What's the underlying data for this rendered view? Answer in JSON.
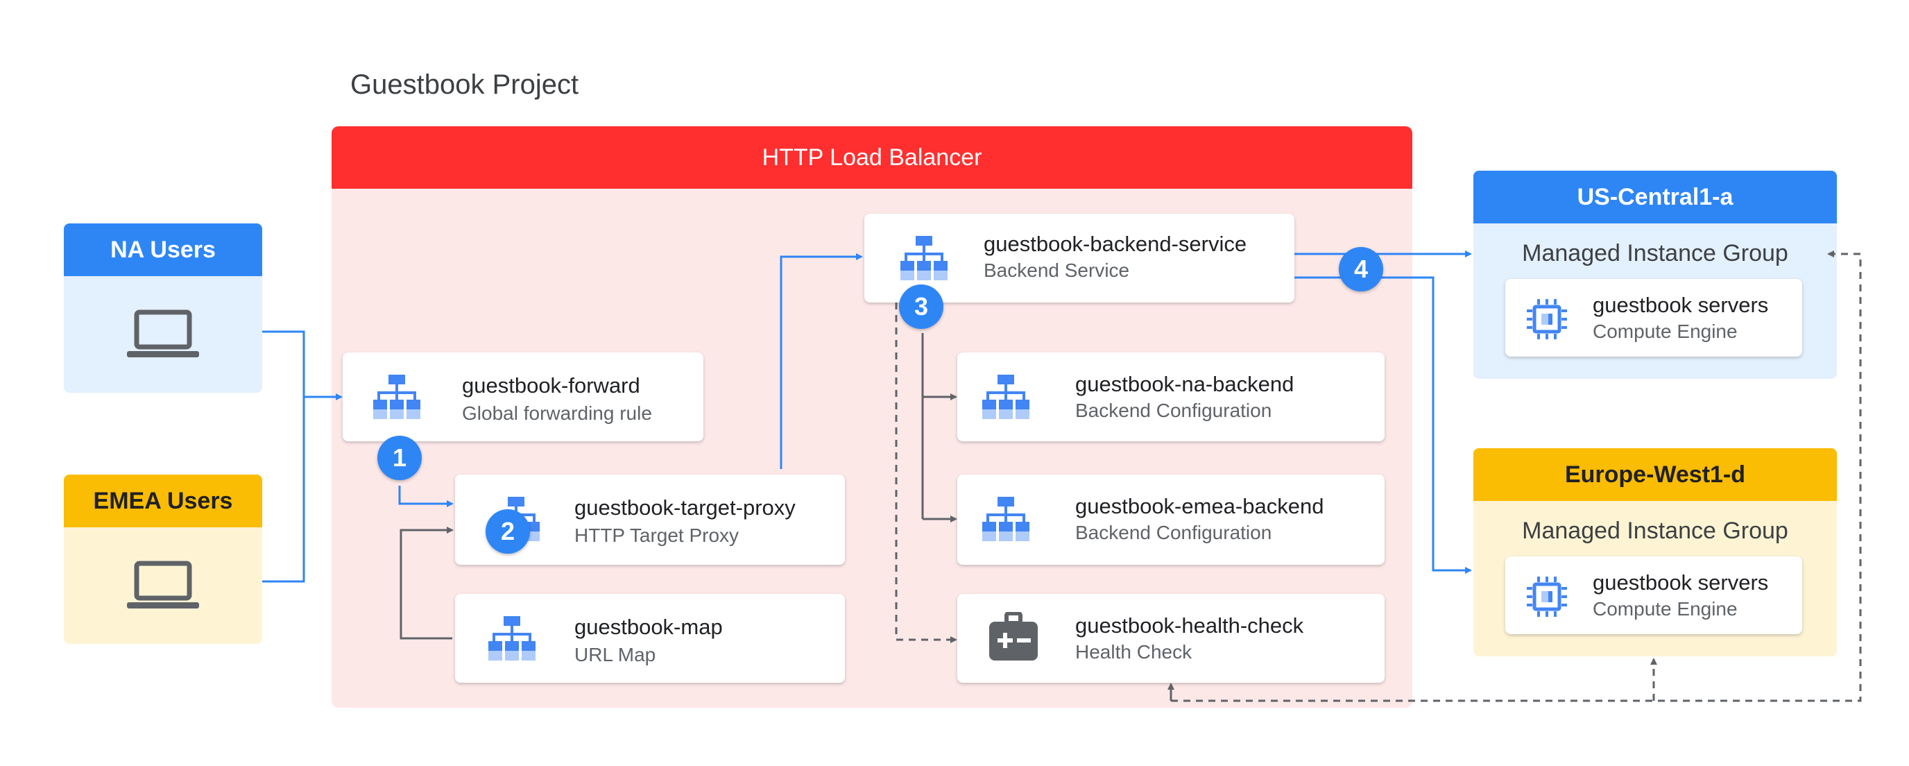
{
  "project": {
    "title": "Guestbook Project"
  },
  "load_balancer": {
    "title": "HTTP Load Balancer"
  },
  "users": [
    {
      "label": "NA Users",
      "icon": "laptop-icon",
      "color": "#2e86f5"
    },
    {
      "label": "EMEA Users",
      "icon": "laptop-icon",
      "color": "#fbbc04"
    }
  ],
  "components": {
    "forward": {
      "name": "guestbook-forward",
      "type": "Global forwarding rule",
      "icon": "load-balancing-icon"
    },
    "target_proxy": {
      "name": "guestbook-target-proxy",
      "type": "HTTP Target Proxy",
      "icon": "load-balancing-icon"
    },
    "url_map": {
      "name": "guestbook-map",
      "type": "URL Map",
      "icon": "load-balancing-icon"
    },
    "backend_service": {
      "name": "guestbook-backend-service",
      "type": "Backend Service",
      "icon": "load-balancing-icon"
    },
    "na_backend": {
      "name": "guestbook-na-backend",
      "type": "Backend Configuration",
      "icon": "load-balancing-icon"
    },
    "emea_backend": {
      "name": "guestbook-emea-backend",
      "type": "Backend Configuration",
      "icon": "load-balancing-icon"
    },
    "health_check": {
      "name": "guestbook-health-check",
      "type": "Health Check",
      "icon": "health-check-icon"
    }
  },
  "regions": [
    {
      "label": "US-Central1-a",
      "group": "Managed Instance Group",
      "server_name": "guestbook servers",
      "server_type": "Compute Engine",
      "icon": "compute-engine-icon",
      "color": "#2e86f5"
    },
    {
      "label": "Europe-West1-d",
      "group": "Managed Instance Group",
      "server_name": "guestbook servers",
      "server_type": "Compute Engine",
      "icon": "compute-engine-icon",
      "color": "#fbbc04"
    }
  ],
  "steps": [
    "1",
    "2",
    "3",
    "4"
  ],
  "colors": {
    "accent_blue": "#2e86f5",
    "lb_red": "#ff2f2f",
    "emea_yellow": "#fbbc04",
    "icon_blue": "#4285f4",
    "arrow_gray": "#5f6368"
  }
}
